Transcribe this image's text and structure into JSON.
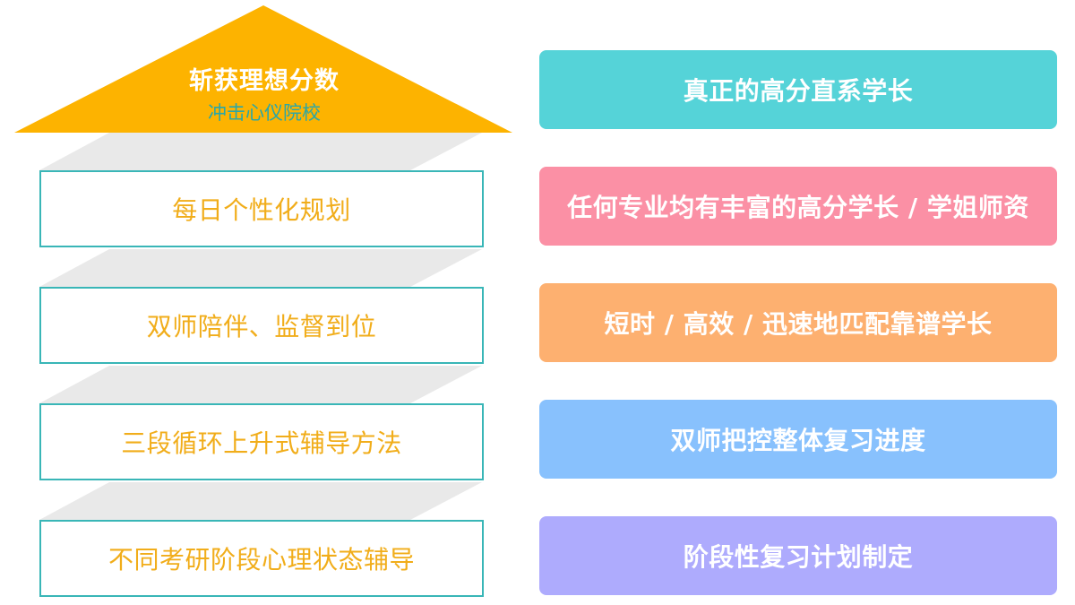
{
  "roof": {
    "title": "斩获理想分数",
    "subtitle": "冲击心仪院校",
    "color": "#fdb300"
  },
  "steps": [
    {
      "label": "每日个性化规划"
    },
    {
      "label": "双师陪伴、监督到位"
    },
    {
      "label": "三段循环上升式辅导方法"
    },
    {
      "label": "不同考研阶段心理状态辅导"
    }
  ],
  "highlights": [
    {
      "label": "真正的高分直系学长",
      "color": "#55d3d8"
    },
    {
      "label": "任何专业均有丰富的高分学长 / 学姐师资",
      "color": "#fb90a5"
    },
    {
      "label": "短时 / 高效 / 迅速地匹配靠谱学长",
      "color": "#fdb070"
    },
    {
      "label": "双师把控整体复习进度",
      "color": "#88c1fd"
    },
    {
      "label": "阶段性复习计划制定",
      "color": "#aeabfd"
    }
  ],
  "colors": {
    "step_border": "#39b6b7",
    "step_text": "#f1ad1a",
    "stair_shadow": "#e9e9e9"
  }
}
